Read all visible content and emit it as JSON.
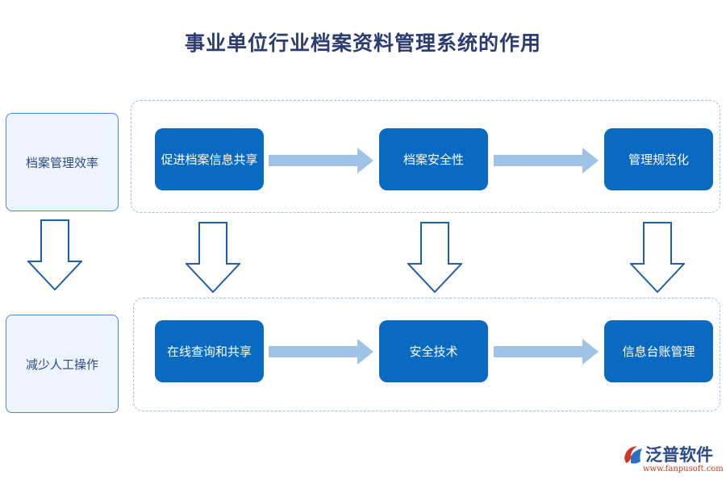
{
  "title": "事业单位行业档案资料管理系统的作用",
  "rows": [
    {
      "label": "档案管理效率",
      "nodes": [
        "促进档案信息共享",
        "档案安全性",
        "管理规范化"
      ]
    },
    {
      "label": "减少人工操作",
      "nodes": [
        "在线查询和共享",
        "安全技术",
        "信息台账管理"
      ]
    }
  ],
  "logo": {
    "name": "泛普软件",
    "url": "www.fanpusoft.com"
  },
  "colors": {
    "node_fill": "#0a6ac2",
    "arrow_fill": "#9fc3e6",
    "title": "#2b3d70",
    "frame": "#9fc0e0"
  }
}
